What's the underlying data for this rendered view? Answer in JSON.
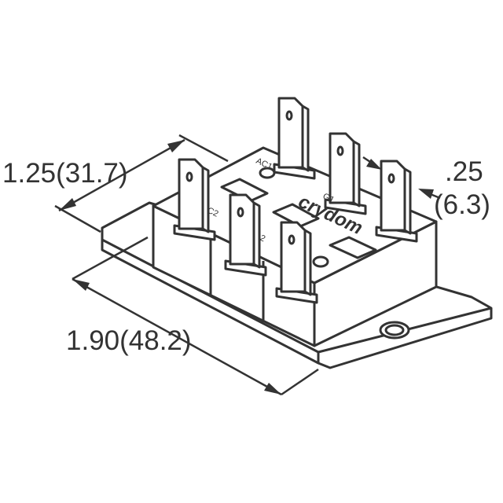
{
  "dimensions": {
    "depth": "1.25(31.7)",
    "terminal_width_in": ".25",
    "terminal_width_mm": "(6.3)",
    "length": "1.90(48.2)"
  },
  "terminal_labels": {
    "ac1": "AC1",
    "g1": "G1",
    "c2": "C2",
    "t2": "2",
    "minus": "-"
  },
  "brand": "crydom",
  "colors": {
    "line": "#333333",
    "fill": "#ffffff"
  }
}
